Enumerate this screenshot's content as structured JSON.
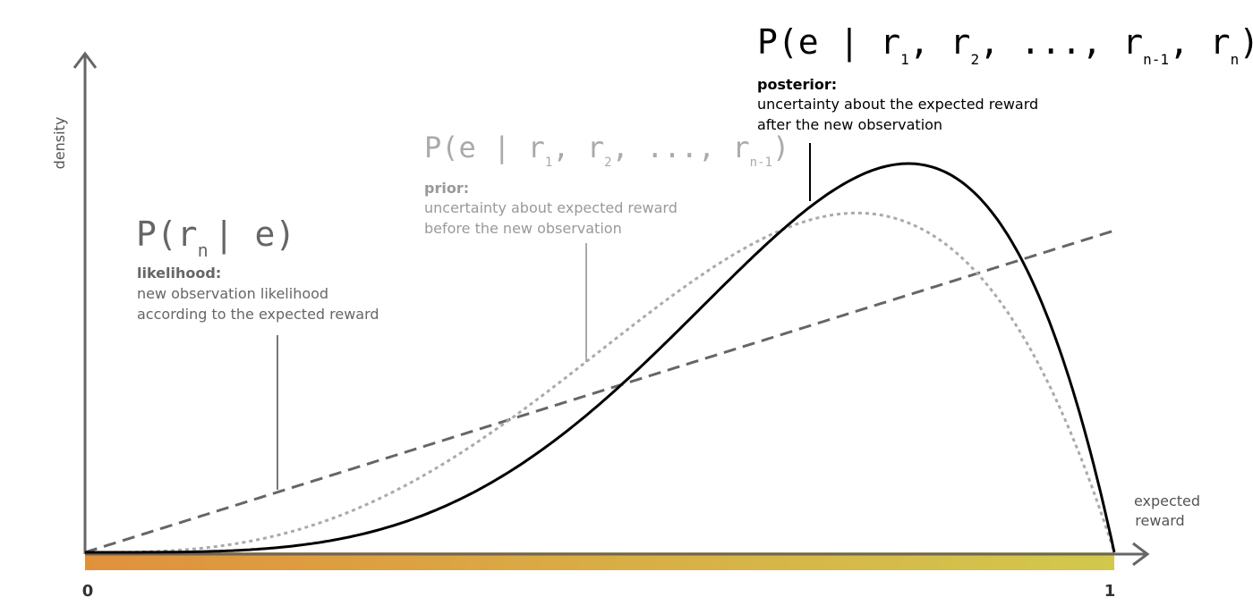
{
  "axes": {
    "y_label": "density",
    "x_label_line1": "expected",
    "x_label_line2": "reward",
    "tick_0": "0",
    "tick_1": "1"
  },
  "likelihood": {
    "formula_main": "P(r",
    "formula_sub": "n",
    "formula_rest": "| e)",
    "title": "likelihood:",
    "line1": "new observation likelihood",
    "line2": "according to the expected reward"
  },
  "prior": {
    "formula_main": "P(e | r",
    "formula_sub1": "1",
    "formula_mid1": ", r",
    "formula_sub2": "2",
    "formula_mid2": ", ..., r",
    "formula_sub3": "n-1",
    "formula_end": ")",
    "title": "prior:",
    "line1": "uncertainty about expected reward",
    "line2": "before the new observation"
  },
  "posterior": {
    "formula_main": "P(e | r",
    "formula_sub1": "1",
    "formula_mid1": ", r",
    "formula_sub2": "2",
    "formula_mid2": ", ..., r",
    "formula_sub3": "n-1",
    "formula_mid3": ", r",
    "formula_sub4": "n",
    "formula_end": ")",
    "title": "posterior:",
    "line1": "uncertainty about the expected reward",
    "line2": "after the new observation"
  },
  "colors": {
    "axis": "#666666",
    "likelihood_curve": "#666666",
    "prior_curve": "#aaaaaa",
    "posterior_curve": "#000000",
    "likelihood_text": "#666666",
    "prior_text": "#999999",
    "posterior_text": "#000000",
    "gradient_start": "#e0913c",
    "gradient_end": "#d2c84e"
  }
}
